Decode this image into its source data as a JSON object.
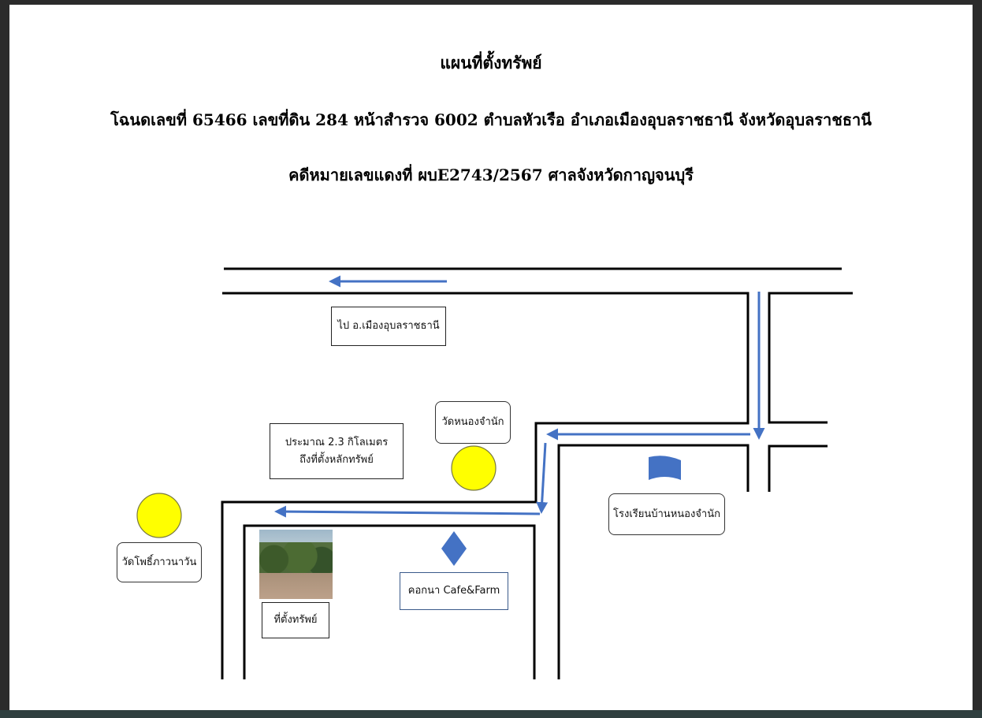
{
  "header": {
    "title": "แผนที่ตั้งทรัพย์",
    "deed_line": "โฉนดเลขที่ 65466 เลขที่ดิน 284 หน้าสำรวจ 6002 ตำบลหัวเรือ อำเภอเมืองอุบลราชธานี จังหวัดอุบลราชธานี",
    "case_line": "คดีหมายเลขแดงที่ ผบE2743/2567 ศาลจังหวัดกาญจนบุรี"
  },
  "map": {
    "labels": {
      "to_city": "ไป อ.เมืองอุบลราชธานี",
      "temple_nong": "วัดหนองจำนัก",
      "distance_line1": "ประมาณ 2.3 กิโลเมตร",
      "distance_line2": "ถึงที่ตั้งหลักทรัพย์",
      "temple_pho": "วัดโพธิ์ภาวนาวัน",
      "school": "โรงเรียนบ้านหนองจำนัก",
      "cafe": "คอกนา Cafe&Farm",
      "property": "ที่ตั้งทรัพย์"
    },
    "colors": {
      "road": "#000000",
      "route_arrow": "#4472c4",
      "temple_marker": "#ffff00",
      "school_flag": "#4472c4",
      "cafe_marker": "#4472c4"
    },
    "icons": {
      "temple": "yellow-circle",
      "school": "flag",
      "cafe": "diamond",
      "property": "site-photo"
    }
  }
}
